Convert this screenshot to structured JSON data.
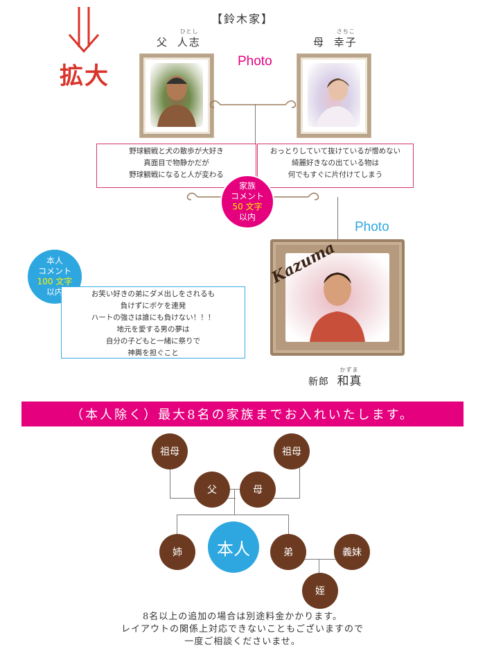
{
  "header": {
    "title": "【鈴木家】",
    "enlarge_label": "拡大"
  },
  "father": {
    "role": "父",
    "name": "人志",
    "ruby": "ひとし",
    "photo_label": "Photo",
    "comment": [
      "野球観戦と犬の散歩が大好き",
      "真面目で物静かだが",
      "野球観戦になると人が変わる"
    ]
  },
  "mother": {
    "role": "母",
    "name": "幸子",
    "ruby": "さちこ",
    "comment": [
      "おっとりしていて抜けているが憎めない",
      "綺麗好きなの出ている物は",
      "何でもすぐに片付けてしまう"
    ]
  },
  "family_badge": {
    "line1": "家族",
    "line2": "コメント",
    "line3": "50 文字",
    "line4": "以内"
  },
  "groom": {
    "photo_label": "Photo",
    "script_name": "Kazuma",
    "title": "新郎",
    "name": "和真",
    "ruby": "かずま",
    "comment": [
      "お笑い好きの弟にダメ出しをされるも",
      "負けずにボケを連発",
      "ハートの強さは誰にも負けない！！！",
      "地元を愛する男の夢は",
      "自分の子どもと一緒に祭りで",
      "神輿を担ぐこと"
    ]
  },
  "self_badge": {
    "line1": "本人",
    "line2": "コメント",
    "line3": "100 文字",
    "line4": "以内"
  },
  "banner": {
    "text": "（本人除く）最大8名の家族までお入れいたします。"
  },
  "tree": {
    "grandmother_left": "祖母",
    "grandmother_right": "祖母",
    "father": "父",
    "mother": "母",
    "elder_sister": "姉",
    "self": "本人",
    "younger_brother": "弟",
    "sister_in_law": "義妹",
    "niece": "姪"
  },
  "footer": {
    "lines": [
      "8名以上の追加の場合は別途料金かかります。",
      "レイアウトの関係上対応できないこともございますので",
      "一度ご相談くださいませ。"
    ]
  },
  "colors": {
    "magenta": "#e5007e",
    "blue": "#2ea7e0",
    "brown": "#6b3a21",
    "red": "#d9342b",
    "yellow": "#fff200"
  }
}
